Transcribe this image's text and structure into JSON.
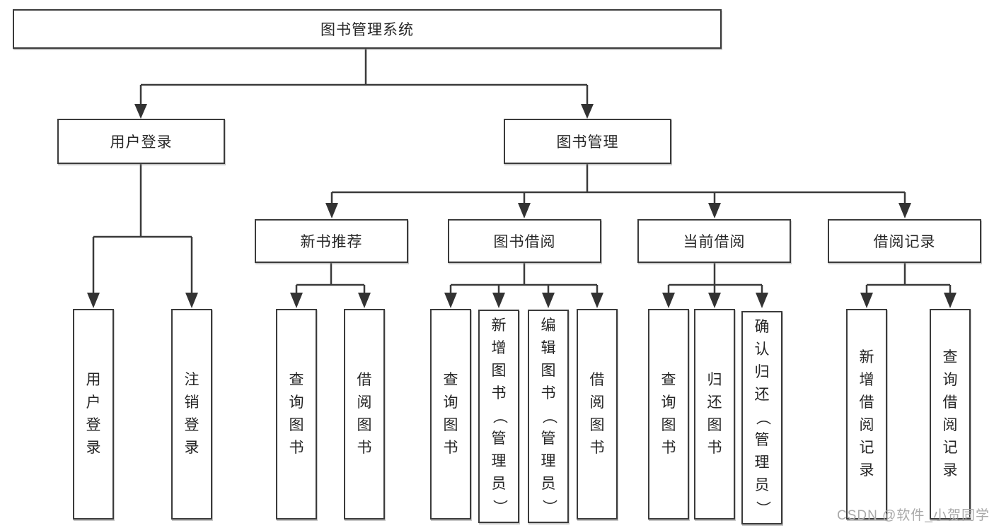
{
  "title": "图书管理系统",
  "watermark": "CSDN @软件_小贺同学",
  "colors": {
    "line": "#3a3a3a",
    "box_border": "#3b3b3b",
    "text": "#262626",
    "watermark": "#a9a9a9",
    "background": "#ffffff"
  },
  "tree": {
    "root": {
      "label": "图书管理系统"
    },
    "branches": [
      {
        "label": "用户登录",
        "leaves": [
          {
            "label": "用户登录"
          },
          {
            "label": "注销登录"
          }
        ]
      },
      {
        "label": "图书管理",
        "groups": [
          {
            "label": "新书推荐",
            "leaves": [
              {
                "label": "查询图书"
              },
              {
                "label": "借阅图书"
              }
            ]
          },
          {
            "label": "图书借阅",
            "leaves": [
              {
                "label": "查询图书"
              },
              {
                "label": "新增图书（管理员）"
              },
              {
                "label": "编辑图书（管理员）"
              },
              {
                "label": "借阅图书"
              }
            ]
          },
          {
            "label": "当前借阅",
            "leaves": [
              {
                "label": "查询图书"
              },
              {
                "label": "归还图书"
              },
              {
                "label": "确认归还（管理员）"
              }
            ]
          },
          {
            "label": "借阅记录",
            "leaves": [
              {
                "label": "新增借阅记录"
              },
              {
                "label": "查询借阅记录"
              }
            ]
          }
        ]
      }
    ]
  }
}
